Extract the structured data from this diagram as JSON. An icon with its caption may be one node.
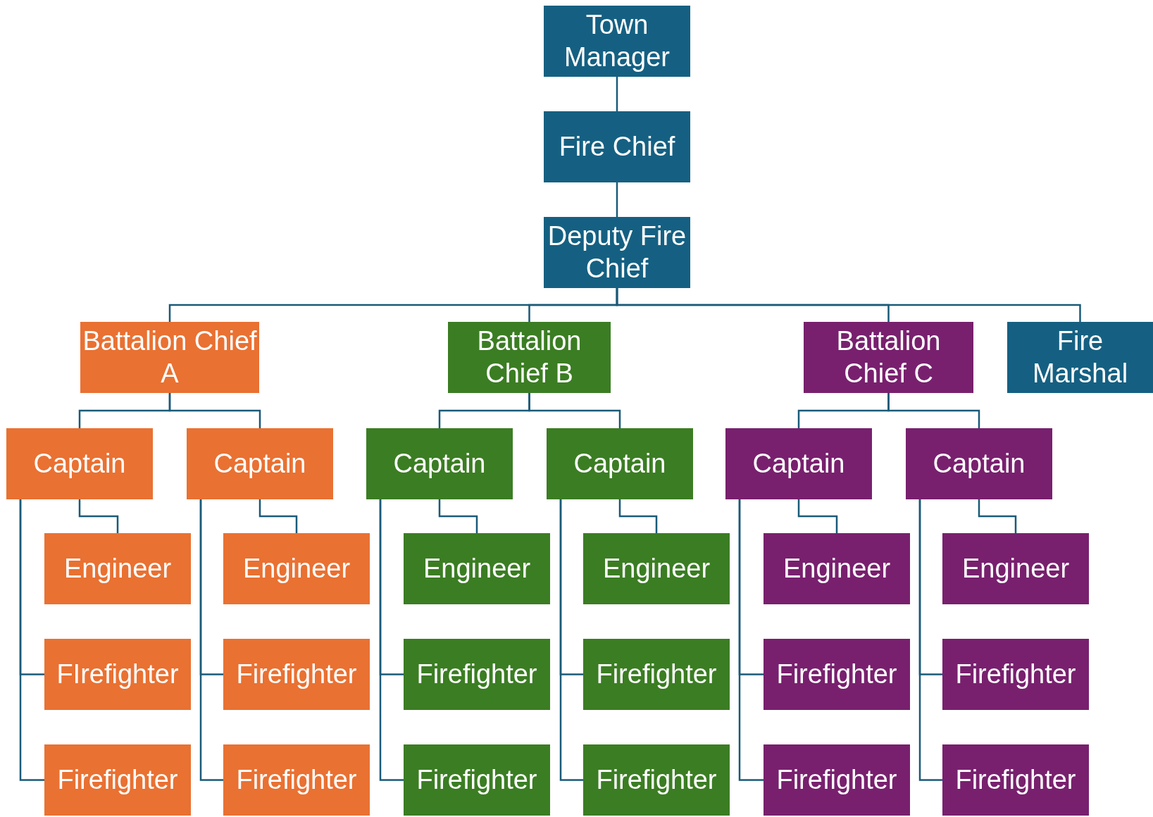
{
  "diagram": {
    "nodes": [
      {
        "text": [
          "Town Manager"
        ]
      },
      {
        "text": [
          "Fire Chief"
        ]
      },
      {
        "text": [
          "Deputy Fire Chief"
        ]
      },
      {
        "text": [
          "Battalion Chief A"
        ]
      },
      {
        "text": [
          "Battalion Chief B"
        ]
      },
      {
        "text": [
          "Battalion Chief C"
        ]
      },
      {
        "text": [
          "Fire Marshal"
        ]
      },
      {
        "text": [
          "Captain"
        ]
      },
      {
        "text": [
          "Captain"
        ]
      },
      {
        "text": [
          "Captain"
        ]
      },
      {
        "text": [
          "Captain"
        ]
      },
      {
        "text": [
          "Captain"
        ]
      },
      {
        "text": [
          "Captain"
        ]
      },
      {
        "text": [
          "Engineer"
        ]
      },
      {
        "text": [
          "Engineer"
        ]
      },
      {
        "text": [
          "Engineer"
        ]
      },
      {
        "text": [
          "Engineer"
        ]
      },
      {
        "text": [
          "Engineer"
        ]
      },
      {
        "text": [
          "Engineer"
        ]
      },
      {
        "text": [
          "FIrefighter"
        ]
      },
      {
        "text": [
          "Firefighter"
        ]
      },
      {
        "text": [
          "Firefighter"
        ]
      },
      {
        "text": [
          "Firefighter"
        ]
      },
      {
        "text": [
          "Firefighter"
        ]
      },
      {
        "text": [
          "Firefighter"
        ]
      },
      {
        "text": [
          "Firefighter"
        ]
      },
      {
        "text": [
          "Firefighter"
        ]
      },
      {
        "text": [
          "Firefighter"
        ]
      },
      {
        "text": [
          "Firefighter"
        ]
      },
      {
        "text": [
          "Firefighter"
        ]
      },
      {
        "text": [
          "Firefighter"
        ]
      }
    ],
    "edges": [
      {
        "from": 0,
        "to": 1,
        "arrow": "none"
      },
      {
        "from": 1,
        "to": 2,
        "arrow": "none"
      },
      {
        "from": 2,
        "to": 3,
        "arrow": "none"
      },
      {
        "from": 2,
        "to": 4,
        "arrow": "none"
      },
      {
        "from": 2,
        "to": 5,
        "arrow": "none"
      },
      {
        "from": 2,
        "to": 6,
        "arrow": "none"
      },
      {
        "from": 3,
        "to": 7,
        "arrow": "none"
      },
      {
        "from": 3,
        "to": 8,
        "arrow": "none"
      },
      {
        "from": 4,
        "to": 9,
        "arrow": "none"
      },
      {
        "from": 4,
        "to": 10,
        "arrow": "none"
      },
      {
        "from": 5,
        "to": 11,
        "arrow": "none"
      },
      {
        "from": 5,
        "to": 12,
        "arrow": "none"
      },
      {
        "from": 7,
        "to": 13,
        "arrow": "none"
      },
      {
        "from": 7,
        "to": 19,
        "arrow": "none"
      },
      {
        "from": 7,
        "to": 25,
        "arrow": "none"
      },
      {
        "from": 8,
        "to": 14,
        "arrow": "none"
      },
      {
        "from": 8,
        "to": 20,
        "arrow": "none"
      },
      {
        "from": 8,
        "to": 26,
        "arrow": "none"
      },
      {
        "from": 9,
        "to": 15,
        "arrow": "none"
      },
      {
        "from": 9,
        "to": 21,
        "arrow": "none"
      },
      {
        "from": 9,
        "to": 27,
        "arrow": "none"
      },
      {
        "from": 10,
        "to": 16,
        "arrow": "none"
      },
      {
        "from": 10,
        "to": 22,
        "arrow": "none"
      },
      {
        "from": 10,
        "to": 28,
        "arrow": "none"
      },
      {
        "from": 11,
        "to": 17,
        "arrow": "none"
      },
      {
        "from": 11,
        "to": 23,
        "arrow": "none"
      },
      {
        "from": 11,
        "to": 29,
        "arrow": "none"
      },
      {
        "from": 12,
        "to": 18,
        "arrow": "none"
      },
      {
        "from": 12,
        "to": 24,
        "arrow": "none"
      },
      {
        "from": 12,
        "to": 30,
        "arrow": "none"
      }
    ]
  }
}
